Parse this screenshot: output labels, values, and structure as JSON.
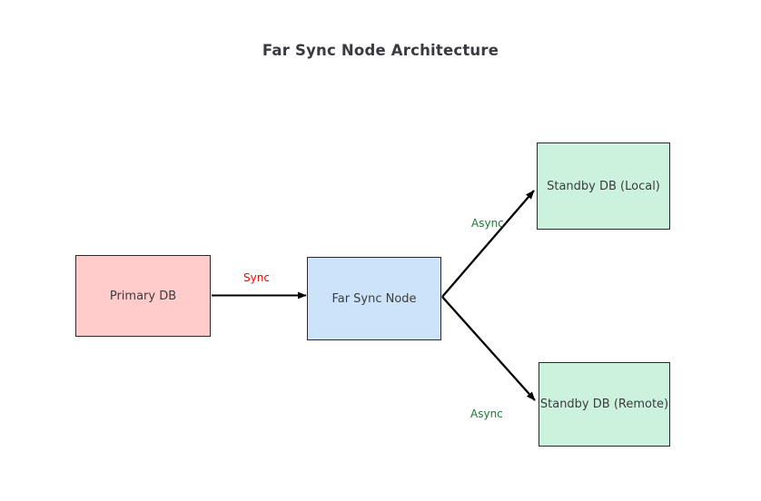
{
  "title": "Far Sync Node Architecture",
  "background_color": "#ffffff",
  "title_color": "#3a3a40",
  "nodes": [
    {
      "id": "primary-db",
      "label": "Primary DB",
      "fill": "#ffcccb",
      "border": "#2b2b2b"
    },
    {
      "id": "far-sync-node",
      "label": "Far Sync Node",
      "fill": "#cce3fa",
      "border": "#2b2b2b"
    },
    {
      "id": "standby-db-local",
      "label": "Standby DB (Local)",
      "fill": "#ccf2de",
      "border": "#2b2b2b"
    },
    {
      "id": "standby-db-remote",
      "label": "Standby DB (Remote)",
      "fill": "#ccf2de",
      "border": "#2b2b2b"
    }
  ],
  "edges": [
    {
      "id": "primary-to-farsync",
      "label": "Sync",
      "color": "#ff0000",
      "from": "primary-db",
      "to": "far-sync-node"
    },
    {
      "id": "farsync-to-standby-local",
      "label": "Async",
      "color": "#1b7a32",
      "from": "far-sync-node",
      "to": "standby-db-local"
    },
    {
      "id": "farsync-to-standby-remote",
      "label": "Async",
      "color": "#1b7a32",
      "from": "far-sync-node",
      "to": "standby-db-remote"
    }
  ]
}
